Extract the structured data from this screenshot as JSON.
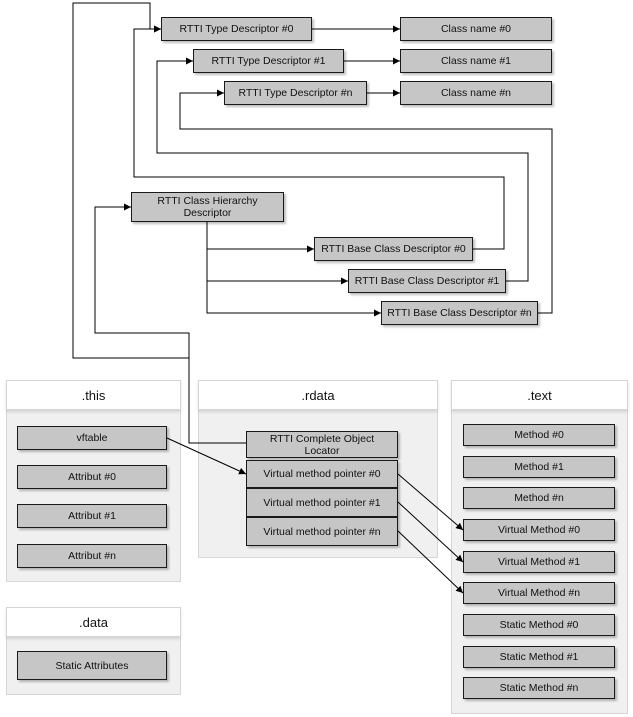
{
  "panels": {
    "this": ".this",
    "rdata": ".rdata",
    "text": ".text",
    "data": ".data"
  },
  "rtti": {
    "type_desc_0": "RTTI Type Descriptor #0",
    "type_desc_1": "RTTI Type Descriptor #1",
    "type_desc_n": "RTTI Type Descriptor #n",
    "class_name_0": "Class name #0",
    "class_name_1": "Class name #1",
    "class_name_n": "Class name #n",
    "hierarchy_desc": "RTTI Class Hierarchy Descriptor",
    "base_desc_0": "RTTI Base Class Descriptor #0",
    "base_desc_1": "RTTI Base Class Descriptor #1",
    "base_desc_n": "RTTI Base Class Descriptor #n"
  },
  "this_items": [
    "vftable",
    "Attribut #0",
    "Attribut #1",
    "Attribut #n"
  ],
  "rdata_items": {
    "locator": "RTTI Complete Object Locator",
    "vptr_0": "Virtual method pointer #0",
    "vptr_1": "Virtual method pointer #1",
    "vptr_n": "Virtual method pointer #n"
  },
  "text_items": [
    "Method #0",
    "Method #1",
    "Method #n",
    "Virtual Method #0",
    "Virtual Method #1",
    "Virtual Method #n",
    "Static Method #0",
    "Static Method #1",
    "Static Method #n"
  ],
  "data_items": [
    "Static Attributes"
  ]
}
